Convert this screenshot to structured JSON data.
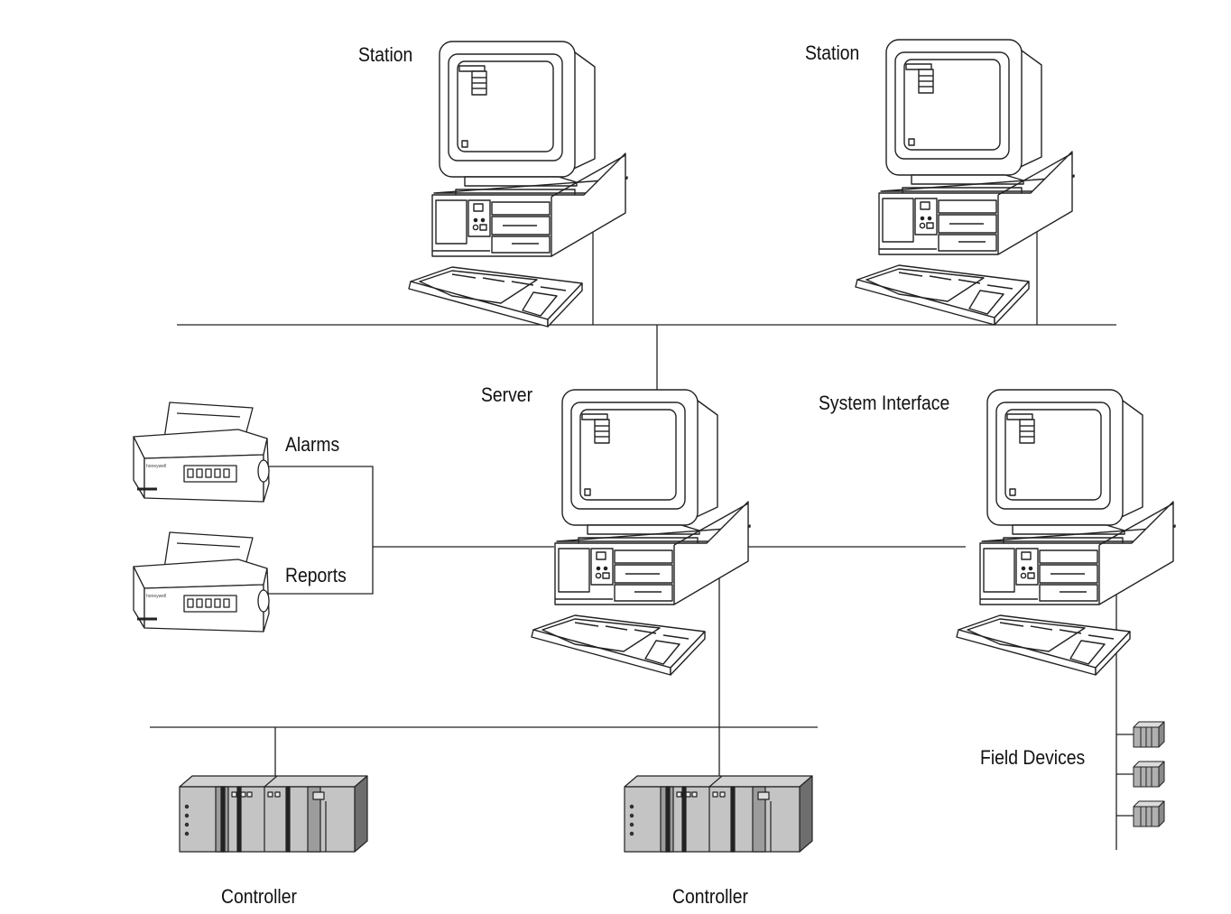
{
  "labels": {
    "station_1": "Station",
    "station_2": "Station",
    "server": "Server",
    "system_interface": "System Interface",
    "alarms": "Alarms",
    "reports": "Reports",
    "field_devices": "Field Devices",
    "controller_1": "Controller",
    "controller_2": "Controller"
  },
  "colors": {
    "line": "#222222",
    "device_fill": "#ffffff",
    "controller_gray": "#b8b8b8",
    "controller_dark": "#6e6e6e"
  }
}
